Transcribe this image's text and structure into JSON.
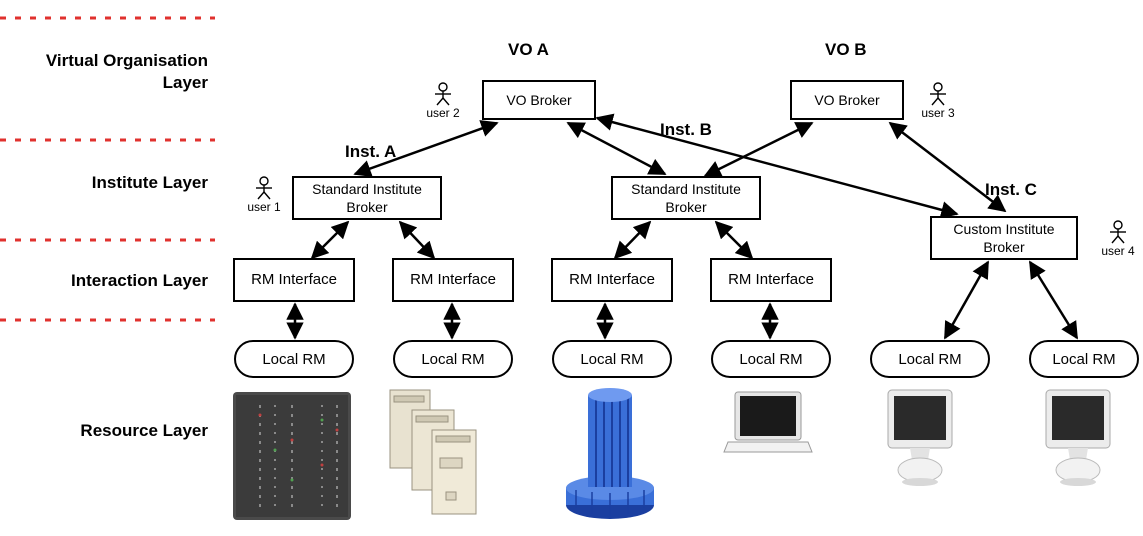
{
  "layers": {
    "vo": "Virtual Organisation Layer",
    "vo_line1": "Virtual Organisation",
    "vo_line2": "Layer",
    "institute": "Institute Layer",
    "interaction": "Interaction Layer",
    "resource": "Resource Layer"
  },
  "vo": {
    "a_title": "VO A",
    "b_title": "VO B",
    "broker_label": "VO Broker"
  },
  "institutes": {
    "a_title": "Inst. A",
    "b_title": "Inst. B",
    "c_title": "Inst. C",
    "standard_line1": "Standard Institute",
    "standard_line2": "Broker",
    "custom_line1": "Custom Institute",
    "custom_line2": "Broker"
  },
  "users": [
    "user 1",
    "user 2",
    "user 3",
    "user 4"
  ],
  "interfaces": [
    "RM Interface",
    "RM Interface",
    "RM Interface",
    "RM Interface"
  ],
  "local_rms": [
    "Local RM",
    "Local RM",
    "Local RM",
    "Local RM",
    "Local RM",
    "Local RM"
  ],
  "colors": {
    "divider": "#e0312e",
    "box_border": "#000000",
    "cluster": "#3a6fd8",
    "rack": "#4a4a4a",
    "desktop": "#e8e2d0"
  },
  "icons": [
    "person-icon",
    "rack-server-icon",
    "desktop-tower-icon",
    "supercomputer-icon",
    "laptop-icon",
    "imac-icon"
  ]
}
